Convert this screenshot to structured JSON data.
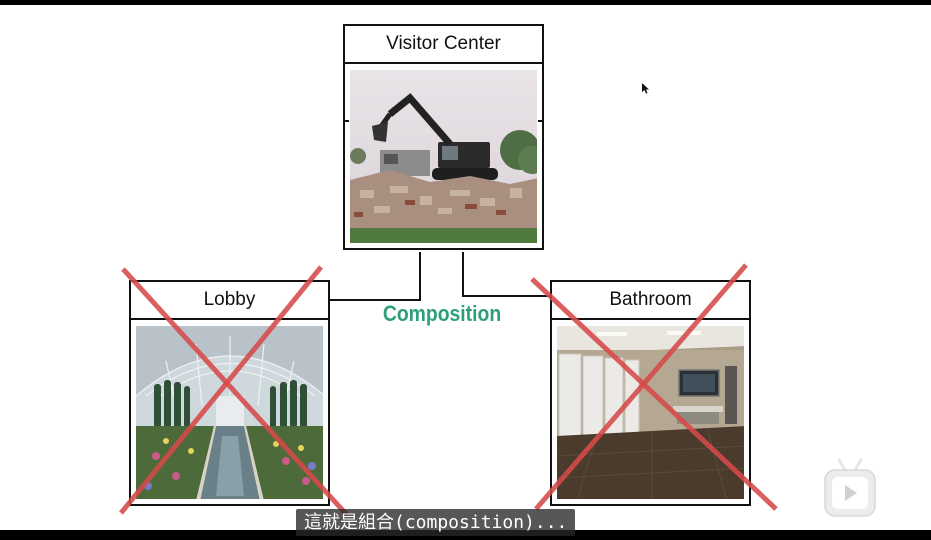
{
  "diagram": {
    "top_node": {
      "title": "Visitor Center",
      "image": "demolished-building-excavator"
    },
    "left_node": {
      "title": "Lobby",
      "image": "conservatory-greenhouse-garden",
      "crossed_out": true
    },
    "right_node": {
      "title": "Bathroom",
      "image": "restroom-interior",
      "crossed_out": true
    },
    "relation_label": "Composition",
    "colors": {
      "relation": "#2e9f7c",
      "cross": "#d64a4a",
      "border": "#111111"
    }
  },
  "subtitle": "這就是組合(composition)...",
  "overlay": {
    "logo_icon": "bilibili-tv-icon",
    "cursor_icon": "mouse-pointer-icon"
  }
}
